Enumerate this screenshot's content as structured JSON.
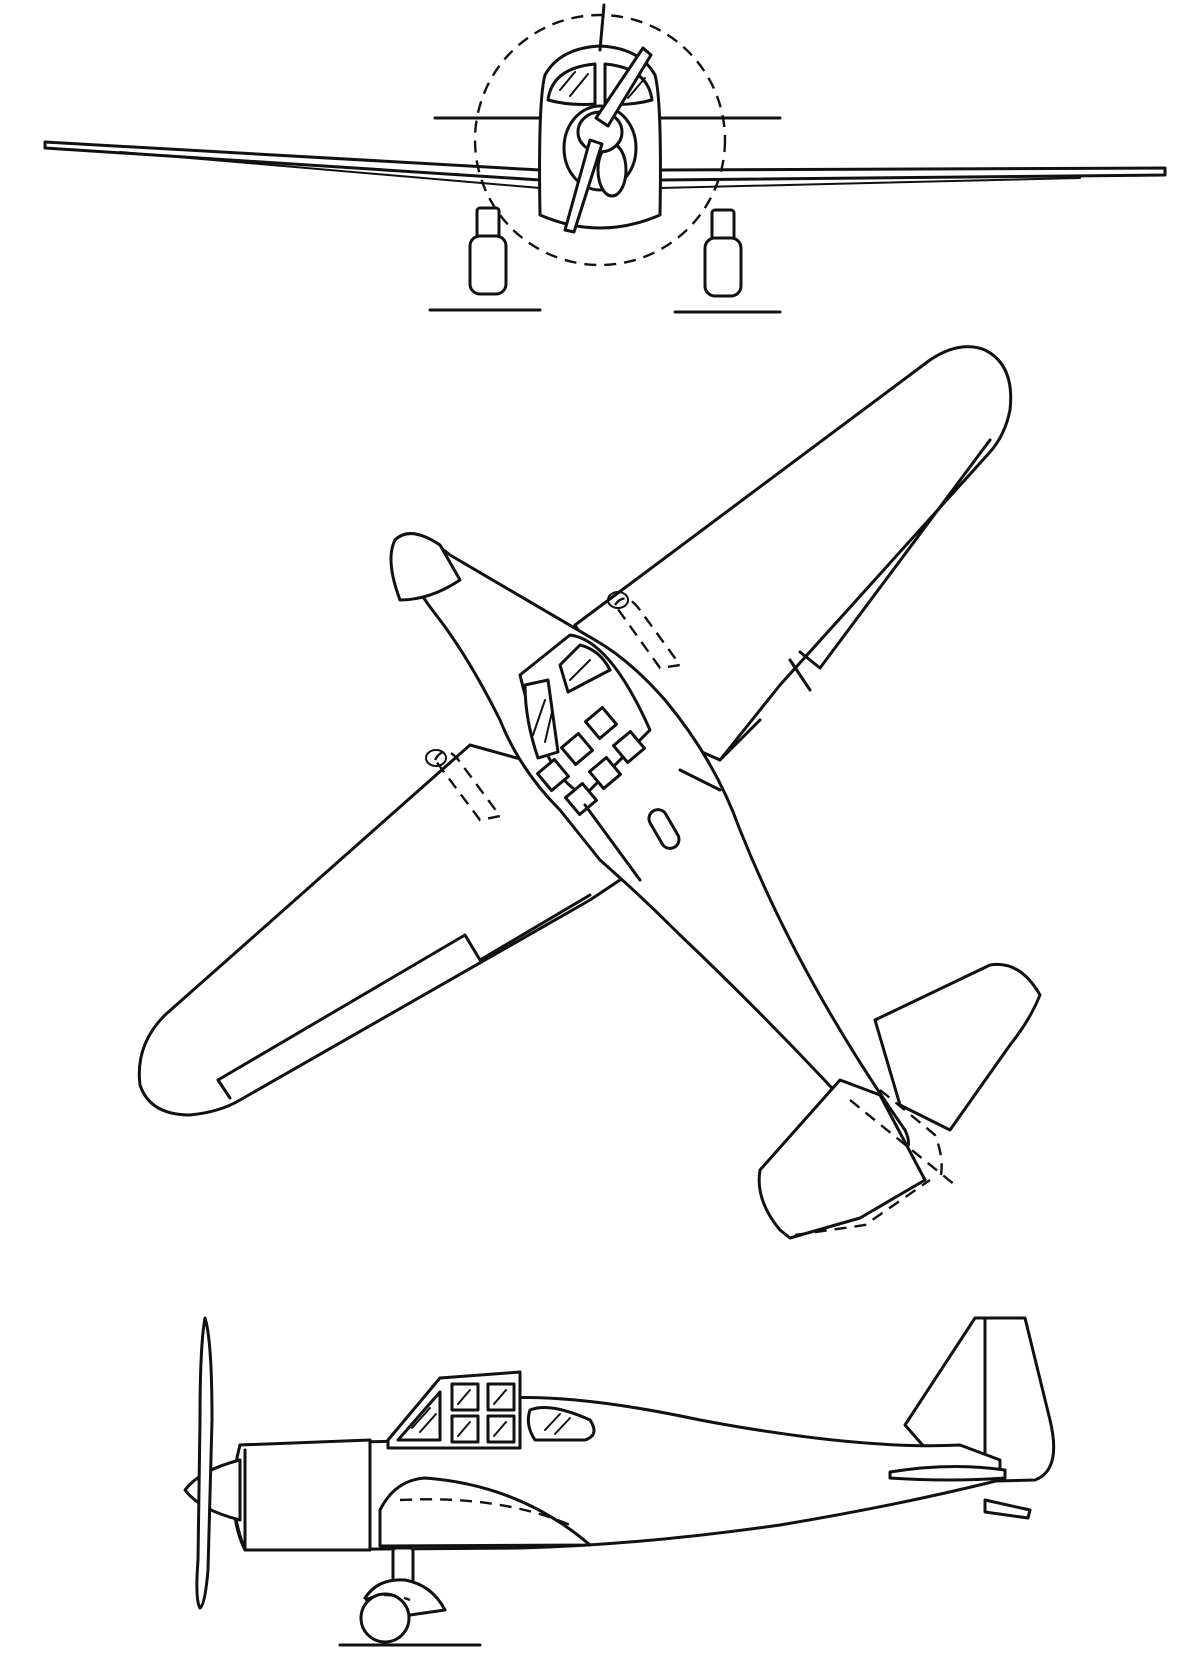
{
  "figure": {
    "views": [
      "front-view",
      "top-view",
      "side-view"
    ],
    "line_color": "#111111",
    "background_color": "#ffffff"
  }
}
